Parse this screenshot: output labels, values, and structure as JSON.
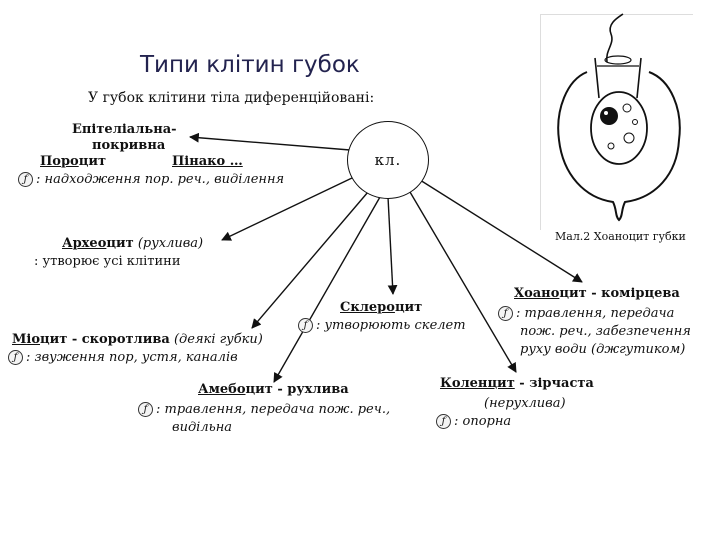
{
  "title": "Типи клітин губок",
  "subtitle": "У губок клітини тіла диференційовані:",
  "function_icon": "ƒ",
  "center_label": "кл.",
  "caption": "Мал.2 Хоаноцит губки",
  "epithelial": {
    "line1": "Епітеліальна-",
    "line2": "покривна",
    "porocyte_root": "Поро",
    "porocyte_suffix": "цит",
    "pinacocyte": "Пінако …",
    "function": ": надходження пор. реч., виділення"
  },
  "archeocyte": {
    "root": "Архео",
    "suffix": "цит",
    "desc": " (рухлива)",
    "function": ": утворює усі клітини"
  },
  "myocyte": {
    "root": "Міо",
    "suffix": "цит - скоротлива",
    "desc": " (деякі губки)",
    "function": ": звуження пор, устя, каналів"
  },
  "sclerocyte": {
    "root": "Склеро",
    "suffix": "цит",
    "function": ": утворюють скелет"
  },
  "amoebocyte": {
    "root": "Амебо",
    "suffix": "цит - рухлива",
    "function_line1": ": травлення, передача пож. реч.,",
    "function_line2": "видільна"
  },
  "choanocyte": {
    "root": "Хоано",
    "suffix": "цит - комірцева",
    "function_line1": ": травлення, передача",
    "function_line2": "пож. реч., забезпечення",
    "function_line3": "руху води (джгутиком)"
  },
  "collencyte": {
    "root": "Коленцит",
    "suffix": " - зірчаста",
    "desc": "(нерухлива)",
    "function": ": опорна"
  }
}
